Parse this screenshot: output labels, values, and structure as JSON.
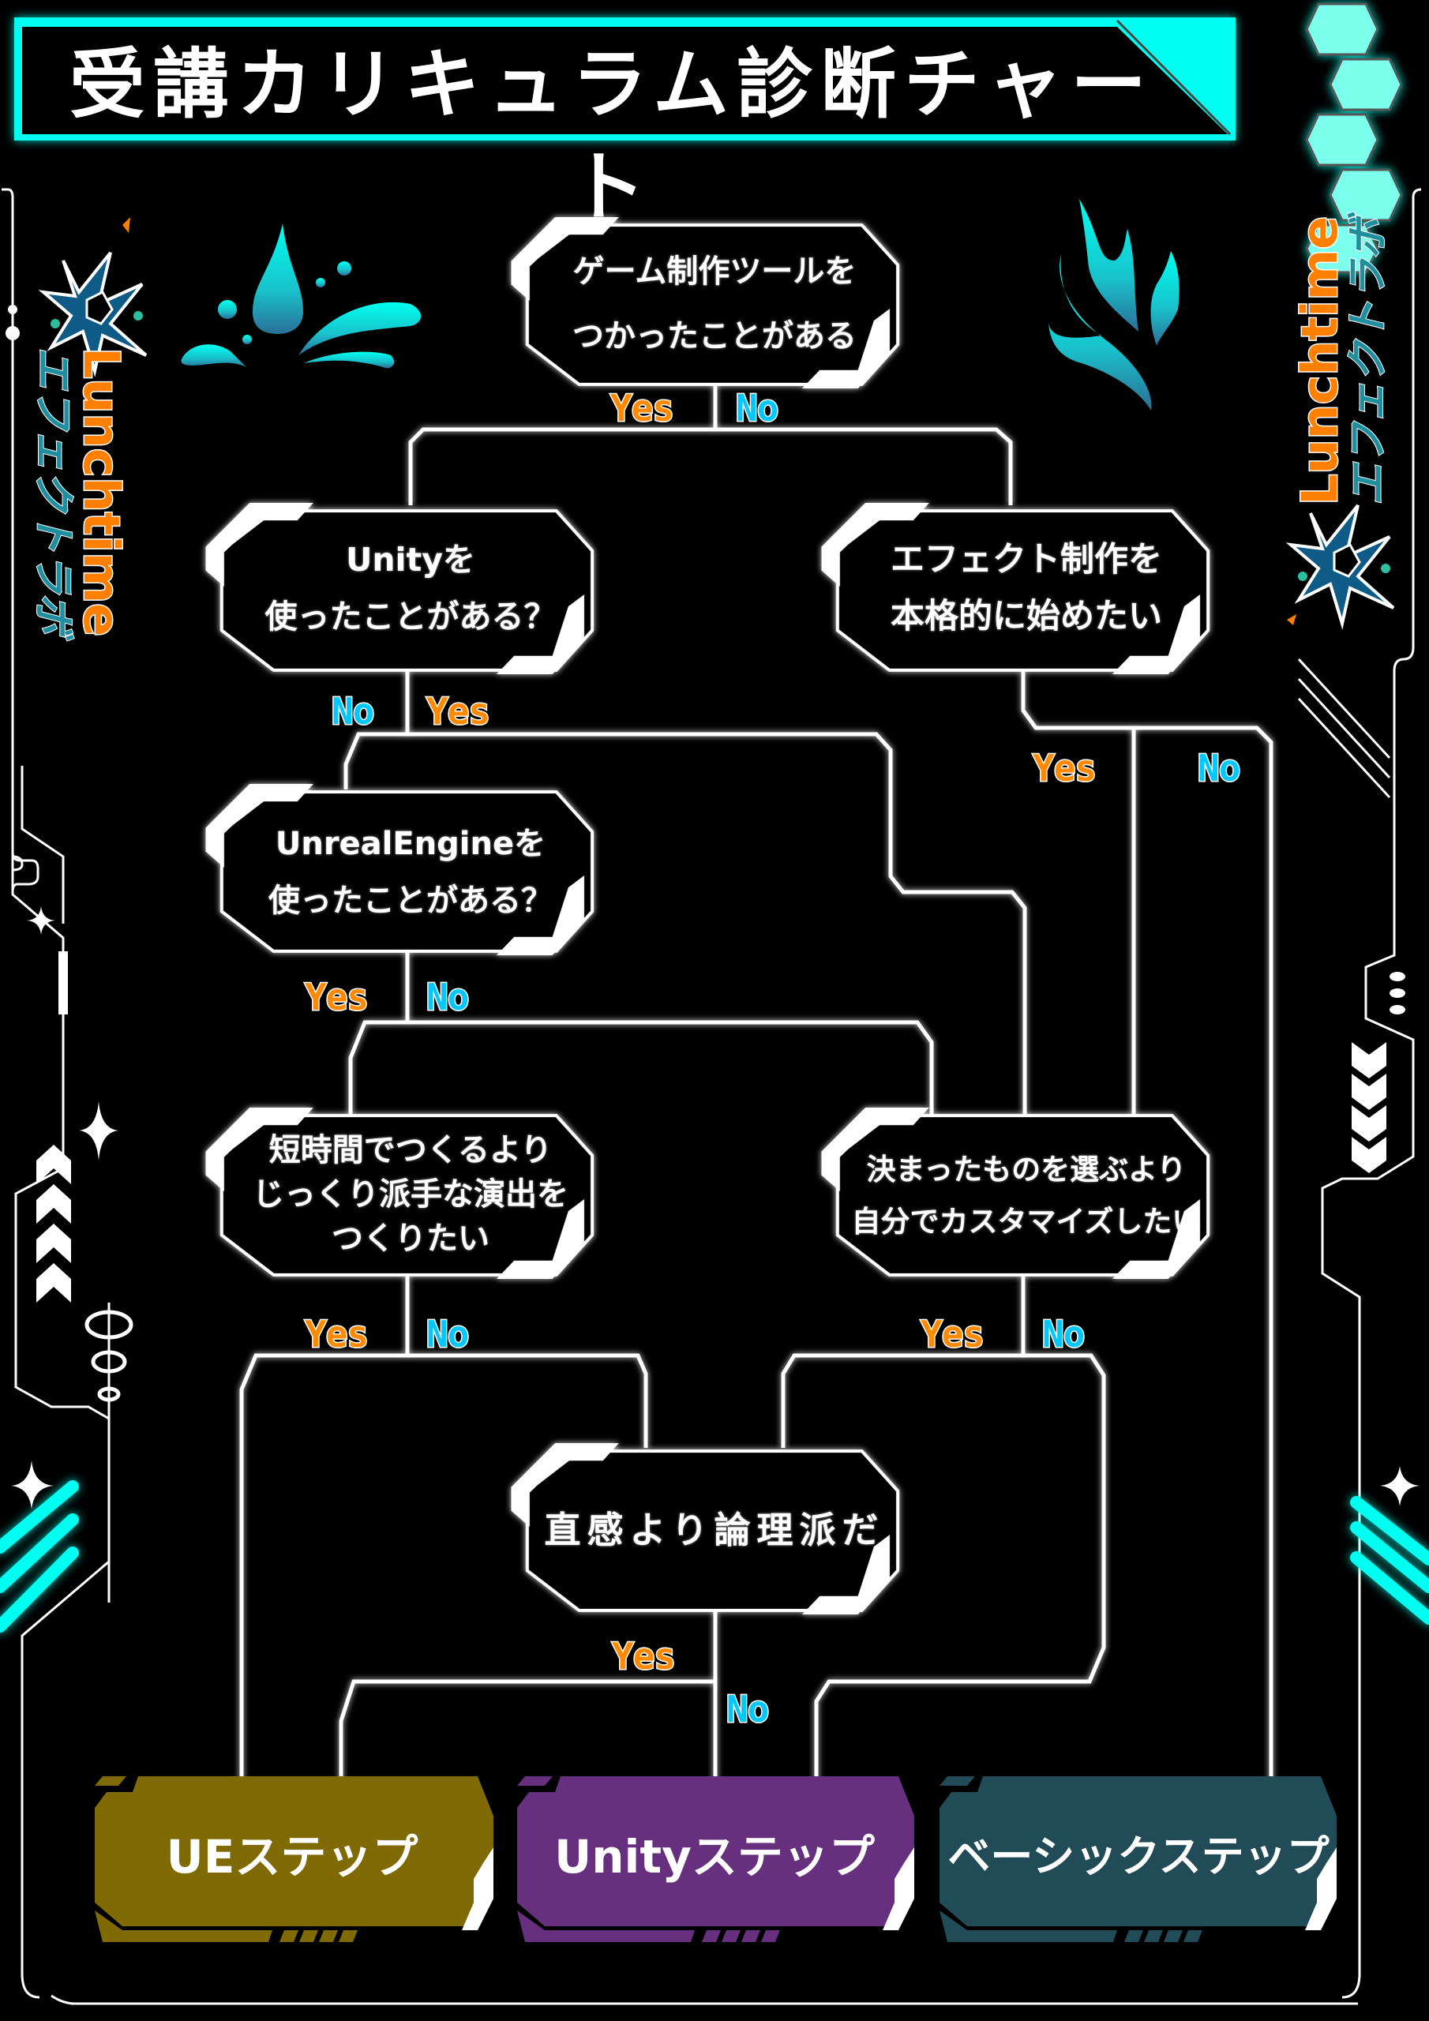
{
  "title": "受講カリキュラム診断チャート",
  "logo": {
    "latin": "Lunchtime",
    "japanese": "エフェクトラボ"
  },
  "colors": {
    "accent_cyan": "#00fff0",
    "yes": "#ff8a00",
    "no": "#00c8ff",
    "ue_step": "#7f6a05",
    "unity_step": "#66307e",
    "basic_step": "#214b57"
  },
  "questions": {
    "q1": {
      "lines": [
        "ゲーム制作ツールを",
        "つかったことがある"
      ]
    },
    "q2": {
      "lines": [
        "Unityを",
        "使ったことがある？"
      ]
    },
    "q3": {
      "lines": [
        "エフェクト制作を",
        "本格的に始めたい"
      ]
    },
    "q4": {
      "lines": [
        "UnrealEngineを",
        "使ったことがある？"
      ]
    },
    "q5": {
      "lines": [
        "短時間でつくるより",
        "じっくり派手な演出を",
        "つくりたい"
      ]
    },
    "q6": {
      "lines": [
        "決まったものを選ぶより",
        "自分でカスタマイズしたい"
      ]
    },
    "q7": {
      "lines": [
        "直感より論理派だ"
      ]
    }
  },
  "labels": {
    "yes": "Yes",
    "no": "No"
  },
  "results": {
    "ue": "UEステップ",
    "unity": "Unityステップ",
    "basic": "ベーシックステップ"
  },
  "icons": {
    "left_top": "water-splash-icon",
    "right_top": "flame-icon",
    "sparkle": "sparkle-icon",
    "chevrons_up": "chevron-up-icon",
    "chevrons_down": "chevron-down-icon",
    "hexagons": "hexagon-icon",
    "burst": "burst-icon"
  }
}
